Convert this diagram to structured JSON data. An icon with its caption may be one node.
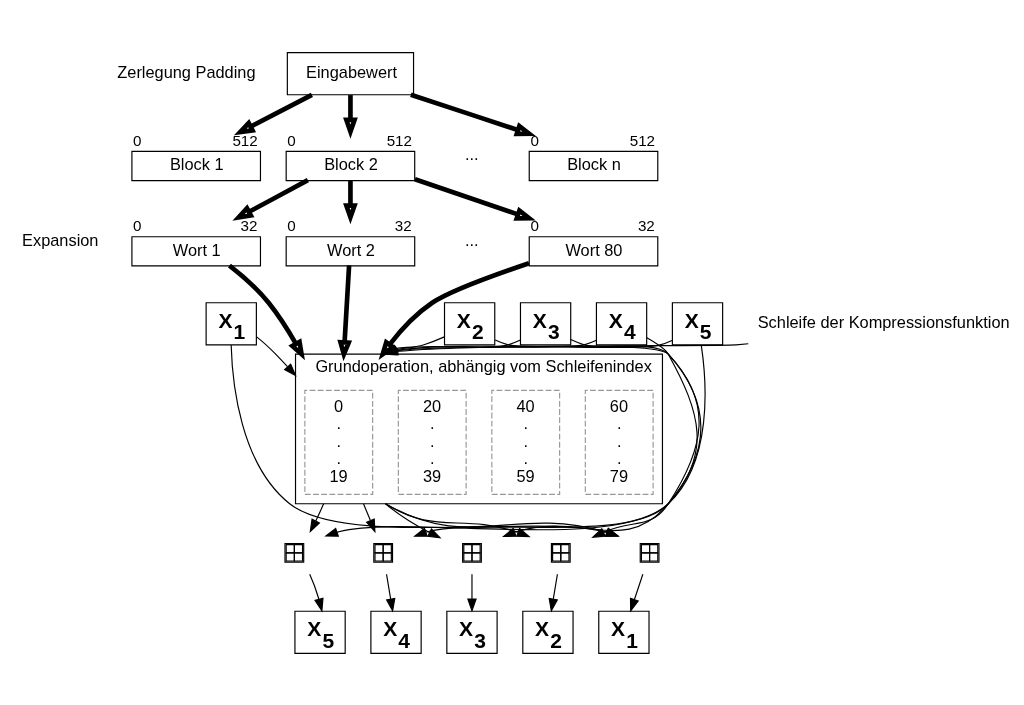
{
  "diagram": {
    "nodes": [
      {
        "text": [
          "Eingabewert"
        ]
      },
      {
        "text": [
          "Block 1"
        ],
        "beside": [
          "0",
          "512"
        ]
      },
      {
        "text": [
          "Block 2"
        ],
        "beside": [
          "0",
          "512"
        ]
      },
      {
        "text": [
          "Block n"
        ],
        "beside": [
          "0",
          "512"
        ]
      },
      {
        "text": [
          "Wort 1"
        ],
        "beside": [
          "0",
          "32"
        ]
      },
      {
        "text": [
          "Wort 2"
        ],
        "beside": [
          "0",
          "32"
        ]
      },
      {
        "text": [
          "Wort 80"
        ],
        "beside": [
          "0",
          "32"
        ]
      },
      {
        "text": [
          "Grundoperation, abhängig vom Schleifenindex"
        ]
      },
      {
        "text": [
          "0 . . . 19"
        ],
        "in": 7
      },
      {
        "text": [
          "20 . . . 39"
        ],
        "in": 7
      },
      {
        "text": [
          "40 . . . 59"
        ],
        "in": 7
      },
      {
        "text": [
          "60 . . . 79"
        ],
        "in": 7
      },
      {
        "text": [
          "X$_{1}$"
        ]
      },
      {
        "text": [
          "X$_{2}$"
        ]
      },
      {
        "text": [
          "X$_{3}$"
        ]
      },
      {
        "text": [
          "X$_{4}$"
        ]
      },
      {
        "text": [
          "X$_{5}$"
        ]
      },
      {
        "text": [],
        "shape": "box"
      },
      {
        "text": [],
        "shape": "box"
      },
      {
        "text": [],
        "shape": "box"
      },
      {
        "text": [],
        "shape": "box"
      },
      {
        "text": [],
        "shape": "box"
      },
      {
        "text": [
          "X$_{1}$"
        ]
      },
      {
        "text": [
          "X$_{2}$"
        ]
      },
      {
        "text": [
          "X$_{3}$"
        ]
      },
      {
        "text": [
          "X$_{4}$"
        ]
      },
      {
        "text": [
          "X$_{5}$"
        ]
      },
      {
        "text": [
          "Schleife der Kompressionsfunktion"
        ]
      }
    ],
    "edges": [
      {
        "from": 0,
        "to": 1,
        "arrow": "to",
        "style": "thick"
      },
      {
        "from": 0,
        "to": 2,
        "arrow": "to",
        "style": "thick"
      },
      {
        "from": 0,
        "to": 3,
        "arrow": "to",
        "style": "thick"
      },
      {
        "from": 2,
        "to": 4,
        "arrow": "to",
        "style": "thick"
      },
      {
        "from": 2,
        "to": 5,
        "arrow": "to",
        "style": "thick"
      },
      {
        "from": 2,
        "to": 6,
        "arrow": "to",
        "style": "thick"
      },
      {
        "from": 4,
        "to": 7,
        "arrow": "to",
        "style": "thick"
      },
      {
        "from": 5,
        "to": 7,
        "arrow": "to",
        "style": "thick"
      },
      {
        "from": 6,
        "to": 7,
        "arrow": "to",
        "style": "thick"
      },
      {
        "from": 12,
        "to": 7,
        "arrow": "to"
      },
      {
        "from": 13,
        "to": 7,
        "arrow": "to"
      },
      {
        "from": 14,
        "to": 7,
        "arrow": "to"
      },
      {
        "from": 15,
        "to": 7,
        "arrow": "to"
      },
      {
        "from": 16,
        "to": 7,
        "arrow": "to"
      },
      {
        "from": 7,
        "to": 21,
        "arrow": "to"
      },
      {
        "from": 7,
        "to": 20,
        "arrow": "to"
      },
      {
        "from": 7,
        "to": 19,
        "arrow": "to"
      },
      {
        "from": 7,
        "to": 18,
        "arrow": "to"
      },
      {
        "from": 7,
        "to": 17,
        "arrow": "to"
      },
      {
        "from": 12,
        "to": 21,
        "arrow": "to"
      },
      {
        "from": 13,
        "to": 20,
        "arrow": "to"
      },
      {
        "from": 14,
        "to": 19,
        "arrow": "to"
      },
      {
        "from": 15,
        "to": 18,
        "arrow": "to"
      },
      {
        "from": 16,
        "to": 17,
        "arrow": "to"
      },
      {
        "from": 21,
        "to": 22,
        "arrow": "to"
      },
      {
        "from": 20,
        "to": 23,
        "arrow": "to"
      },
      {
        "from": 19,
        "to": 24,
        "arrow": "to"
      },
      {
        "from": 18,
        "to": 25,
        "arrow": "to"
      },
      {
        "from": 17,
        "to": 26,
        "arrow": "to"
      },
      {
        "from": 27,
        "to": 7,
        "arrow": "none"
      }
    ],
    "labels": [
      "Zerlegung Padding",
      "Expansion",
      "...",
      "..."
    ]
  }
}
